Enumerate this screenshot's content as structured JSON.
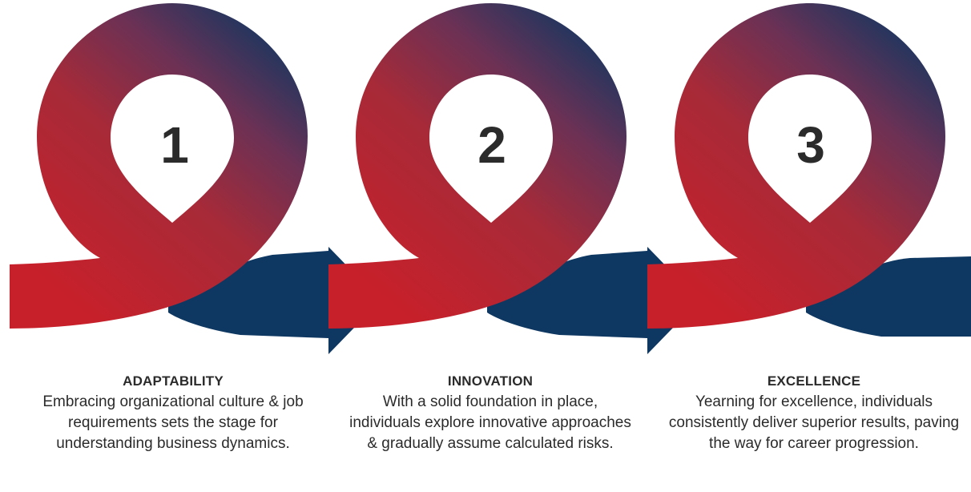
{
  "colors": {
    "navy": "#0e3761",
    "red": "#c8202a",
    "purple_mid": "#6b3155",
    "text": "#2b2b2b"
  },
  "steps": [
    {
      "number": "1",
      "title": "ADAPTABILITY",
      "description": "Embracing organizational culture & job requirements sets the stage for understanding business dynamics."
    },
    {
      "number": "2",
      "title": "INNOVATION",
      "description": "With a solid foundation in place, individuals explore innovative approaches & gradually assume calculated risks."
    },
    {
      "number": "3",
      "title": "EXCELLENCE",
      "description": "Yearning for excellence, individuals consistently deliver superior results, paving the way for career progression."
    }
  ]
}
